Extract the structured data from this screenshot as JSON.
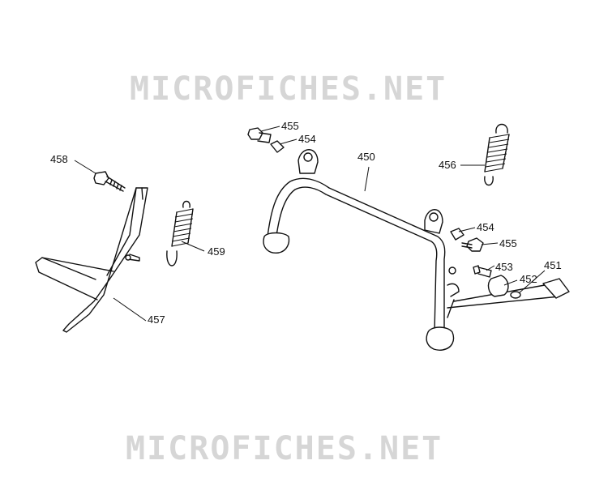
{
  "watermark": {
    "top_text": "MICROFICHES.NET",
    "bottom_text": "MICROFICHES.NET",
    "color": "#d6d6d6"
  },
  "callouts": {
    "c450": "450",
    "c451": "451",
    "c452": "452",
    "c453": "453",
    "c454a": "454",
    "c454b": "454",
    "c455a": "455",
    "c455b": "455",
    "c456": "456",
    "c457": "457",
    "c458": "458",
    "c459": "459"
  }
}
